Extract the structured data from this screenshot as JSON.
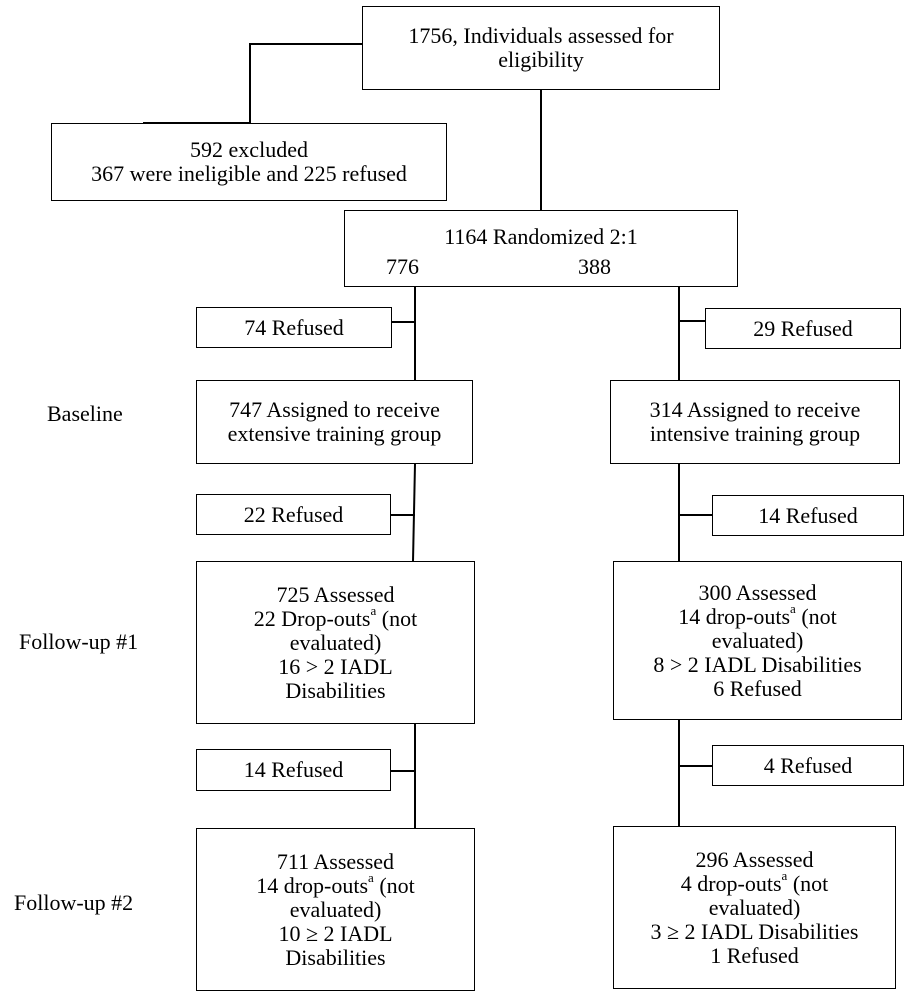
{
  "top": {
    "line1": "1756, Individuals assessed for",
    "line2": "eligibility"
  },
  "excluded": {
    "line1": "592 excluded",
    "line2": "367 were ineligible and 225 refused"
  },
  "randomized": {
    "title": "1164 Randomized 2:1",
    "left_n": "776",
    "right_n": "388"
  },
  "stage_labels": {
    "baseline": "Baseline",
    "followup1": "Follow-up #1",
    "followup2": "Follow-up #2"
  },
  "left_arm": {
    "refused_baseline": "74 Refused",
    "assigned": {
      "line1": "747 Assigned to receive",
      "line2": "extensive training group"
    },
    "refused_fu1": "22 Refused",
    "fu1": {
      "line1": "725 Assessed",
      "line2_pre": "22 Drop-outs",
      "sup": "a",
      "line2_post": " (not",
      "line3": "evaluated)",
      "line4": "16 > 2 IADL",
      "line5": "Disabilities"
    },
    "refused_fu2": "14 Refused",
    "fu2": {
      "line1": "711 Assessed",
      "line2_pre": "14 drop-outs",
      "sup": "a",
      "line2_post": " (not",
      "line3": "evaluated)",
      "line4": "10 ≥ 2 IADL",
      "line5": "Disabilities"
    }
  },
  "right_arm": {
    "refused_baseline": "29 Refused",
    "assigned": {
      "line1": "314 Assigned to receive",
      "line2": "intensive training group"
    },
    "refused_fu1": "14 Refused",
    "fu1": {
      "line1": "300 Assessed",
      "line2_pre": "14 drop-outs",
      "sup": "a",
      "line2_post": " (not",
      "line3": "evaluated)",
      "line4": "8 > 2 IADL Disabilities",
      "line5": "6 Refused"
    },
    "refused_fu2": "4 Refused",
    "fu2": {
      "line1": "296 Assessed",
      "line2_pre": "4 drop-outs",
      "sup": "a",
      "line2_post": " (not",
      "line3": "evaluated)",
      "line4": "3 ≥ 2 IADL Disabilities",
      "line5": "1 Refused"
    }
  }
}
